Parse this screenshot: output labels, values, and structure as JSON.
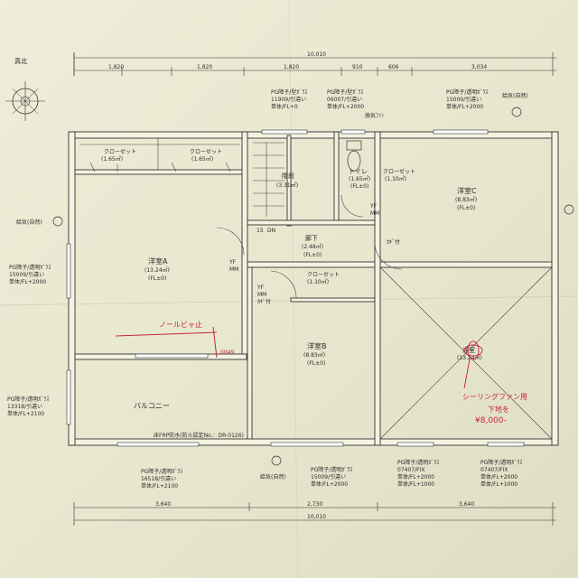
{
  "compass": {
    "label": "真北"
  },
  "dims": {
    "top_total": "10,010",
    "top_segments": [
      "1,820",
      "1,820",
      "1,820",
      "910",
      "606",
      "3,034"
    ],
    "bottom_segments": [
      "3,640",
      "2,730",
      "3,640"
    ],
    "bottom_total": "10,010"
  },
  "rooms": {
    "closet1": {
      "name": "クローゼット",
      "area": "(1.65㎡)"
    },
    "closet2": {
      "name": "クローゼット",
      "area": "(1.65㎡)"
    },
    "stairs": {
      "name": "階段",
      "area": "(3.31㎡)"
    },
    "toilet": {
      "name": "トイレ",
      "area": "(1.65㎡)",
      "fl": "(FL±0)"
    },
    "closet3": {
      "name": "クローゼット",
      "area": "(1.10㎡)"
    },
    "yoshitsuC": {
      "name": "洋室C",
      "area": "(8.83㎡)",
      "fl": "(FL±0)"
    },
    "hallway": {
      "name": "廊下",
      "area": "(2.48㎡)",
      "fl": "(FL±0)"
    },
    "closet4": {
      "name": "クローゼット",
      "area": "(1.10㎡)"
    },
    "yoshitsuA": {
      "name": "洋室A",
      "area": "(13.24㎡)",
      "fl": "(FL±0)"
    },
    "yoshitsuB": {
      "name": "洋室B",
      "area": "(8.83㎡)",
      "fl": "(FL±0)"
    },
    "room4": {
      "name": "洋室",
      "area": "(13.24㎡)"
    },
    "balcony": {
      "name": "バルコニー"
    },
    "balcony_note": "床FRP防水(防火認定No.：DR-0126)"
  },
  "windows": {
    "top1": {
      "l1": "PG障子/型ｶﾞﾗｽ",
      "l2": "11909/引違い",
      "l3": "単体/FL+0"
    },
    "top2": {
      "l1": "PG障子/型ｶﾞﾗｽ",
      "l2": "06007/引違い",
      "l3": "単体/FL+2000"
    },
    "top3": {
      "l1": "PG障子/透明ｶﾞﾗｽ",
      "l2": "15009/引違い",
      "l3": "単体/FL+2000"
    },
    "left1": {
      "l1": "PG障子/透明ｶﾞﾗｽ",
      "l2": "15009/引違い",
      "l3": "単体/FL+2000"
    },
    "left2": {
      "l1": "PG障子/透明ｶﾞﾗｽ",
      "l2": "13318/引違い",
      "l3": "単体/FL+2100"
    },
    "bot1": {
      "l1": "PG障子/透明ｶﾞﾗｽ",
      "l2": "16518/引違い",
      "l3": "単体/FL+2100"
    },
    "bot2": {
      "l1": "PG障子/透明ｶﾞﾗｽ",
      "l2": "15009/引違い",
      "l3": "単体/FL+2000"
    },
    "bot3": {
      "l1": "PG障子/透明ｶﾞﾗｽ",
      "l2": "07407/FIX",
      "l3": "単体/FL+2000",
      "l4": "単体/FL+1000"
    },
    "bot4": {
      "l1": "PG障子/透明ｶﾞﾗｽ",
      "l2": "07407/FIX",
      "l3": "単体/FL+2000",
      "l4": "単体/FL+1000"
    }
  },
  "vents": {
    "v1": "給気(自然)",
    "v2": "給気(自然)",
    "v3": "給気(自然)",
    "v4": "換気ﾌｧﾝ"
  },
  "tags": {
    "yf": "YF",
    "mm": "MM",
    "kk": "ｶｷﾞ付",
    "dn": "DN",
    "num15": "15"
  },
  "annotations": {
    "red_label": "ノールビャ止",
    "red_ceiling": "シーリングファン用",
    "red_ceiling2": "下地を",
    "red_price": "¥8,000-",
    "num_note": "0049"
  }
}
